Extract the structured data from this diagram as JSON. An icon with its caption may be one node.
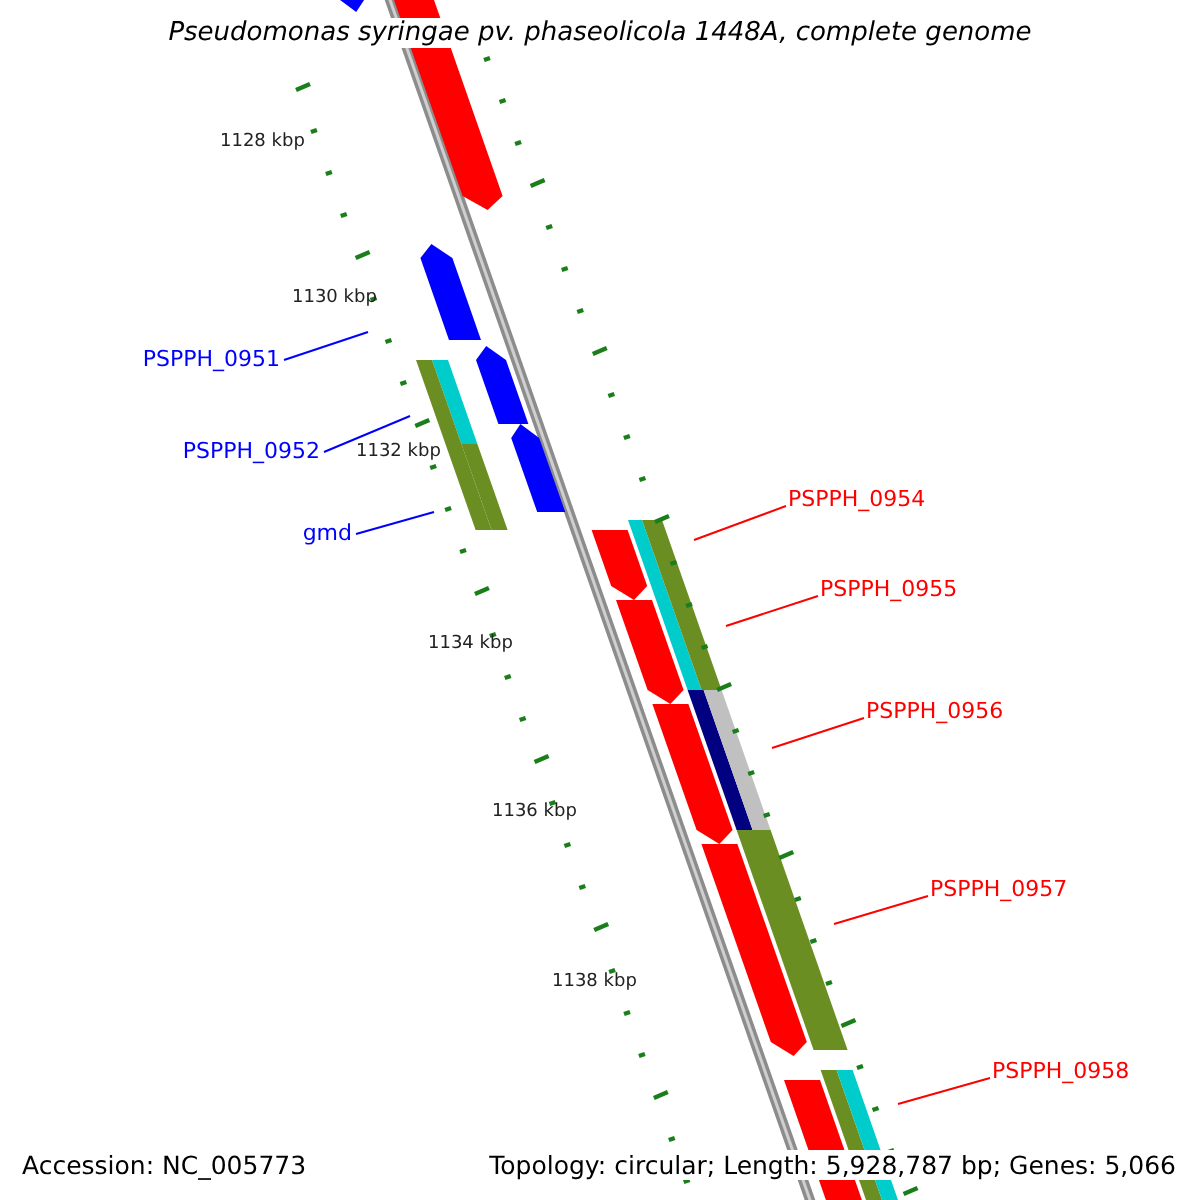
{
  "diagram": {
    "title": "Pseudomonas syringae pv. phaseolicola 1448A, complete genome",
    "nodes": [
      {
        "text": [
          "PSPPH_0951"
        ]
      },
      {
        "text": [
          "PSPPH_0952"
        ]
      },
      {
        "text": [
          "gmd"
        ]
      },
      {
        "text": [
          "PSPPH_0954"
        ]
      },
      {
        "text": [
          "PSPPH_0955"
        ]
      },
      {
        "text": [
          "PSPPH_0956"
        ]
      },
      {
        "text": [
          "PSPPH_0957"
        ]
      },
      {
        "text": [
          "PSPPH_0958"
        ]
      }
    ],
    "edges": [
      {
        "from": 0,
        "to": null,
        "arrow": "none",
        "color": "#0000ff"
      },
      {
        "from": 1,
        "to": null,
        "arrow": "none",
        "color": "#0000ff"
      },
      {
        "from": 2,
        "to": null,
        "arrow": "none",
        "color": "#0000ff"
      },
      {
        "from": 3,
        "to": null,
        "arrow": "none"
      },
      {
        "from": 4,
        "to": null,
        "arrow": "none"
      },
      {
        "from": 5,
        "to": null,
        "arrow": "none"
      },
      {
        "from": 6,
        "to": null,
        "arrow": "none"
      },
      {
        "from": 7,
        "to": null,
        "arrow": "none"
      }
    ],
    "labels": [
      "1128 kbp",
      "1130 kbp",
      "1132 kbp",
      "1134 kbp",
      "1136 kbp",
      "1138 kbp",
      "Accession: NC_005773",
      "Topology: circular; Length: 5,928,787 bp; Genes: 5,066"
    ]
  }
}
